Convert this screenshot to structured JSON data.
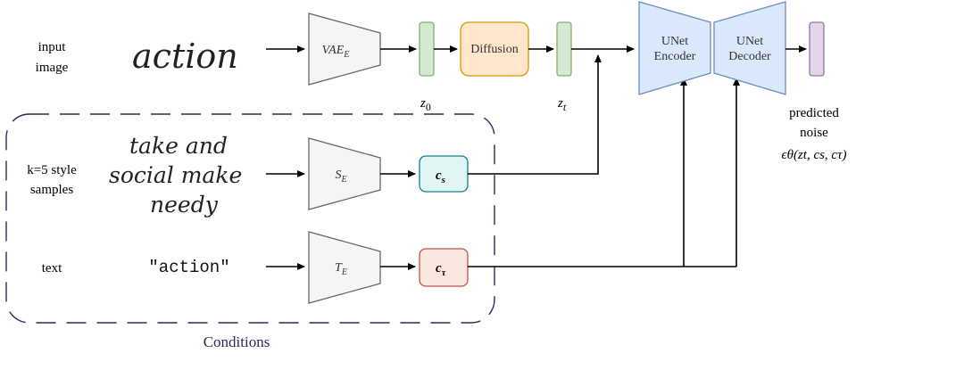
{
  "colors": {
    "latent_fill": "#d5e8d4",
    "latent_stroke": "#82b366",
    "diffusion_fill": "#ffe6cc",
    "diffusion_stroke": "#d79b00",
    "unet_fill": "#dae8fc",
    "unet_stroke": "#6c8ebf",
    "cs_fill": "#e1f5f5",
    "cs_stroke": "#10808a",
    "ct_fill": "#fae8e0",
    "ct_stroke": "#b85450",
    "noise_fill": "#e1d5e7",
    "noise_stroke": "#9673a6",
    "encoder_fill": "#f5f5f5",
    "encoder_stroke": "#666666",
    "conditions_border": "#2e2a5e"
  },
  "rows": {
    "input_image_line1": "input",
    "input_image_line2": "image",
    "style_line1": "k=5 style",
    "style_line2": "samples",
    "text": "text"
  },
  "handwriting": {
    "input_word": "action",
    "style_line1": "take and",
    "style_line2": "social make",
    "style_line3": "needy"
  },
  "text_prompt": "\"action\"",
  "blocks": {
    "vae_encoder": "VAE",
    "vae_sub": "E",
    "diffusion": "Diffusion",
    "style_encoder": "S",
    "style_sub": "E",
    "text_encoder": "T",
    "text_sub": "E",
    "unet_encoder_line1": "UNet",
    "unet_encoder_line2": "Encoder",
    "unet_decoder_line1": "UNet",
    "unet_decoder_line2": "Decoder"
  },
  "math": {
    "z0": "z",
    "z0_sub": "0",
    "zt": "z",
    "zt_sub": "t",
    "cs": "c",
    "cs_sub": "s",
    "ct": "c",
    "ct_sub": "τ"
  },
  "output": {
    "line1": "predicted",
    "line2": "noise",
    "formula": "ϵθ(zt, cs, cτ)"
  },
  "conditions_label": "Conditions"
}
